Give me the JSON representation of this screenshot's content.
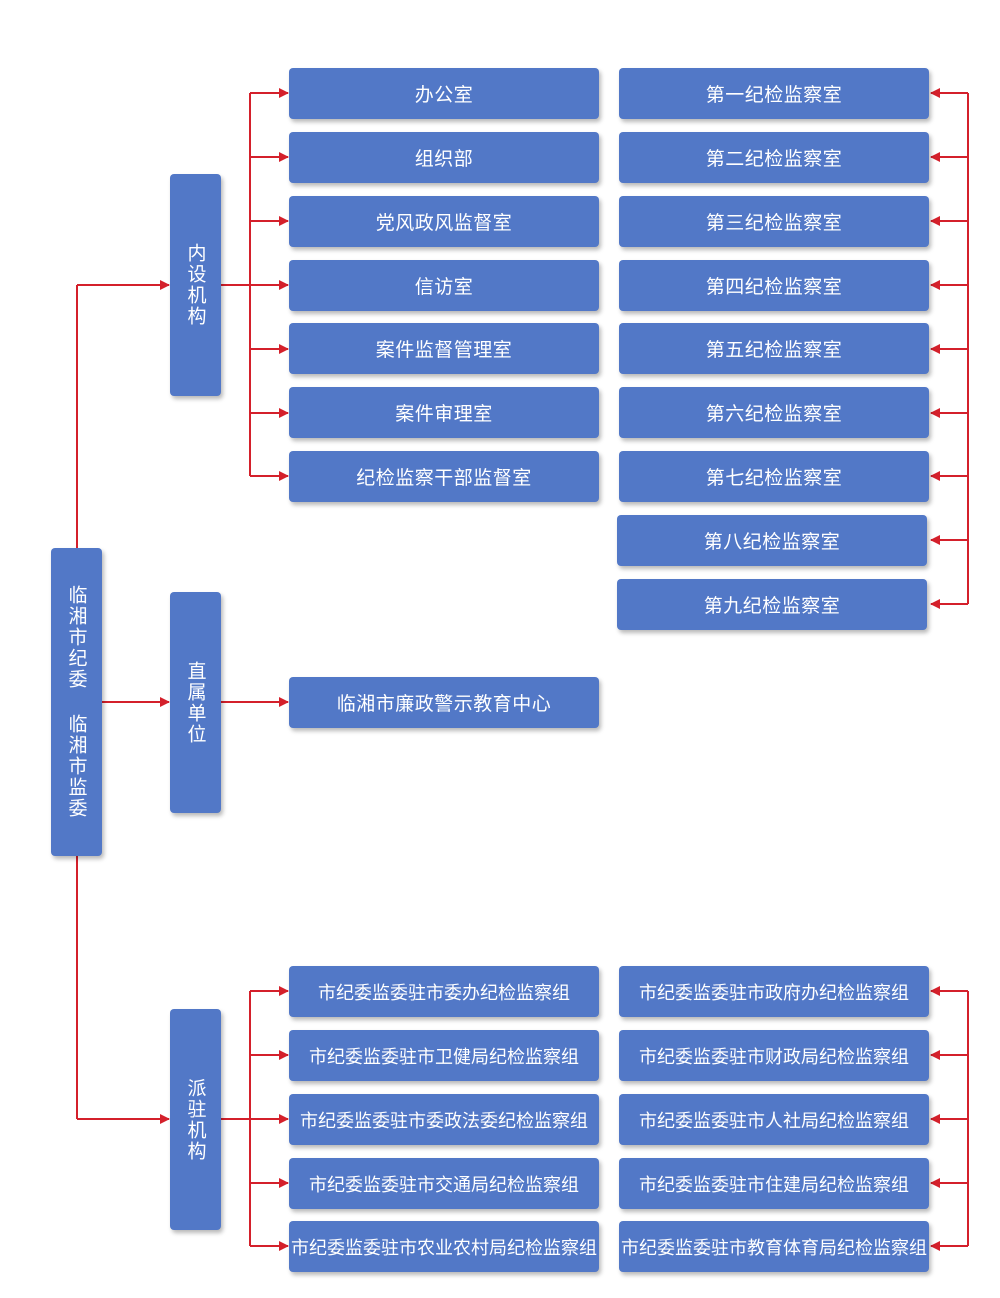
{
  "root": {
    "label": "临湘市纪委  临湘市监委"
  },
  "categories": [
    {
      "id": "internal",
      "label": "内设机构"
    },
    {
      "id": "direct",
      "label": "直属单位"
    },
    {
      "id": "dispatched",
      "label": "派驻机构"
    }
  ],
  "internal": {
    "left": [
      "办公室",
      "组织部",
      "党风政风监督室",
      "信访室",
      "案件监督管理室",
      "案件审理室",
      "纪检监察干部监督室"
    ],
    "right": [
      "第一纪检监察室",
      "第二纪检监察室",
      "第三纪检监察室",
      "第四纪检监察室",
      "第五纪检监察室",
      "第六纪检监察室",
      "第七纪检监察室",
      "第八纪检监察室",
      "第九纪检监察室"
    ]
  },
  "direct": {
    "items": [
      "临湘市廉政警示教育中心"
    ]
  },
  "dispatched": {
    "left": [
      "市纪委监委驻市委办纪检监察组",
      "市纪委监委驻市卫健局纪检监察组",
      "市纪委监委驻市委政法委纪检监察组",
      "市纪委监委驻市交通局纪检监察组",
      "市纪委监委驻市农业农村局纪检监察组"
    ],
    "right": [
      "市纪委监委驻市政府办纪检监察组",
      "市纪委监委驻市财政局纪检监察组",
      "市纪委监委驻市人社局纪检监察组",
      "市纪委监委驻市住建局纪检监察组",
      "市纪委监委驻市教育体育局纪检监察组"
    ]
  },
  "colors": {
    "box": "#5278c7",
    "connector": "#d4202b",
    "text": "#ffffff"
  }
}
